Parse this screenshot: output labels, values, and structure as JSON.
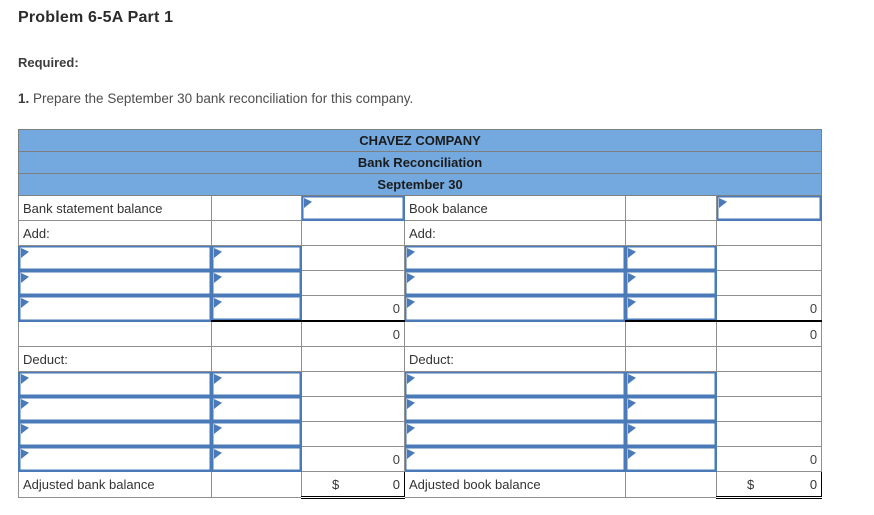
{
  "page": {
    "title": "Problem 6-5A Part 1",
    "required_label": "Required:",
    "instruction_number": "1.",
    "instruction_text": " Prepare the September 30 bank reconciliation for this company."
  },
  "table": {
    "header": {
      "company": "CHAVEZ COMPANY",
      "report": "Bank Reconciliation",
      "date": "September 30"
    },
    "left": {
      "balance_label": "Bank statement balance",
      "add_label": "Add:",
      "deduct_label": "Deduct:",
      "adjusted_label": "Adjusted bank balance",
      "add_items_total": "0",
      "add_section_total": "0",
      "deduct_items_total": "0",
      "currency": "$",
      "adjusted_amount": "0"
    },
    "right": {
      "balance_label": "Book balance",
      "add_label": "Add:",
      "deduct_label": "Deduct:",
      "adjusted_label": "Adjusted book balance",
      "add_items_total": "0",
      "add_section_total": "0",
      "deduct_items_total": "0",
      "currency": "$",
      "adjusted_amount": "0"
    }
  },
  "colors": {
    "header_blue": "#74a9e0",
    "input_border_blue": "#4a7ab8",
    "grid_border_gray": "#8f8f8f",
    "total_rule_black": "#000000"
  }
}
